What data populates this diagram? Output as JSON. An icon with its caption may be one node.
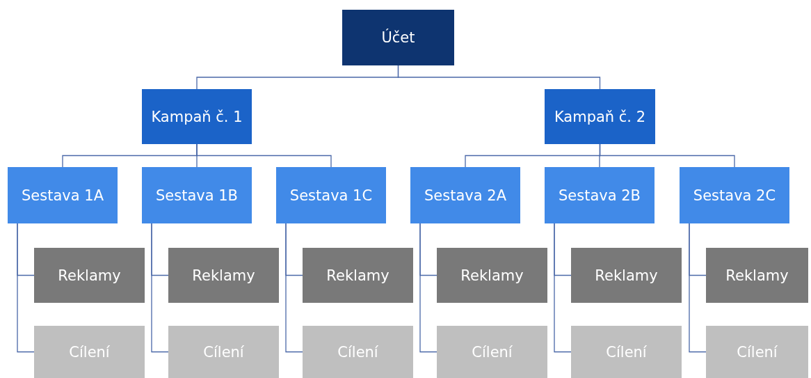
{
  "diagram": {
    "nodes": [
      {
        "text": [
          "Účet"
        ]
      },
      {
        "text": [
          "Kampaň č. 1"
        ]
      },
      {
        "text": [
          "Kampaň č. 2"
        ]
      },
      {
        "text": [
          "Sestava 1A"
        ]
      },
      {
        "text": [
          "Sestava 1B"
        ]
      },
      {
        "text": [
          "Sestava 1C"
        ]
      },
      {
        "text": [
          "Sestava 2A"
        ]
      },
      {
        "text": [
          "Sestava 2B"
        ]
      },
      {
        "text": [
          "Sestava 2C"
        ]
      },
      {
        "text": [
          "Reklamy"
        ]
      },
      {
        "text": [
          "Reklamy"
        ]
      },
      {
        "text": [
          "Reklamy"
        ]
      },
      {
        "text": [
          "Reklamy"
        ]
      },
      {
        "text": [
          "Reklamy"
        ]
      },
      {
        "text": [
          "Reklamy"
        ]
      },
      {
        "text": [
          "Cílení"
        ]
      },
      {
        "text": [
          "Cílení"
        ]
      },
      {
        "text": [
          "Cílení"
        ]
      },
      {
        "text": [
          "Cílení"
        ]
      },
      {
        "text": [
          "Cílení"
        ]
      },
      {
        "text": [
          "Cílení"
        ]
      }
    ],
    "edges": [
      {
        "from": 0,
        "to": 1,
        "arrow": "none"
      },
      {
        "from": 0,
        "to": 2,
        "arrow": "none"
      },
      {
        "from": 1,
        "to": 3,
        "arrow": "none"
      },
      {
        "from": 1,
        "to": 4,
        "arrow": "none"
      },
      {
        "from": 1,
        "to": 5,
        "arrow": "none"
      },
      {
        "from": 2,
        "to": 6,
        "arrow": "none"
      },
      {
        "from": 2,
        "to": 7,
        "arrow": "none"
      },
      {
        "from": 2,
        "to": 8,
        "arrow": "none"
      },
      {
        "from": 3,
        "to": 9,
        "arrow": "none"
      },
      {
        "from": 3,
        "to": 15,
        "arrow": "none"
      },
      {
        "from": 4,
        "to": 10,
        "arrow": "none"
      },
      {
        "from": 4,
        "to": 16,
        "arrow": "none"
      },
      {
        "from": 5,
        "to": 11,
        "arrow": "none"
      },
      {
        "from": 5,
        "to": 17,
        "arrow": "none"
      },
      {
        "from": 6,
        "to": 12,
        "arrow": "none"
      },
      {
        "from": 6,
        "to": 18,
        "arrow": "none"
      },
      {
        "from": 7,
        "to": 13,
        "arrow": "none"
      },
      {
        "from": 7,
        "to": 19,
        "arrow": "none"
      },
      {
        "from": 8,
        "to": 14,
        "arrow": "none"
      },
      {
        "from": 8,
        "to": 20,
        "arrow": "none"
      }
    ]
  }
}
